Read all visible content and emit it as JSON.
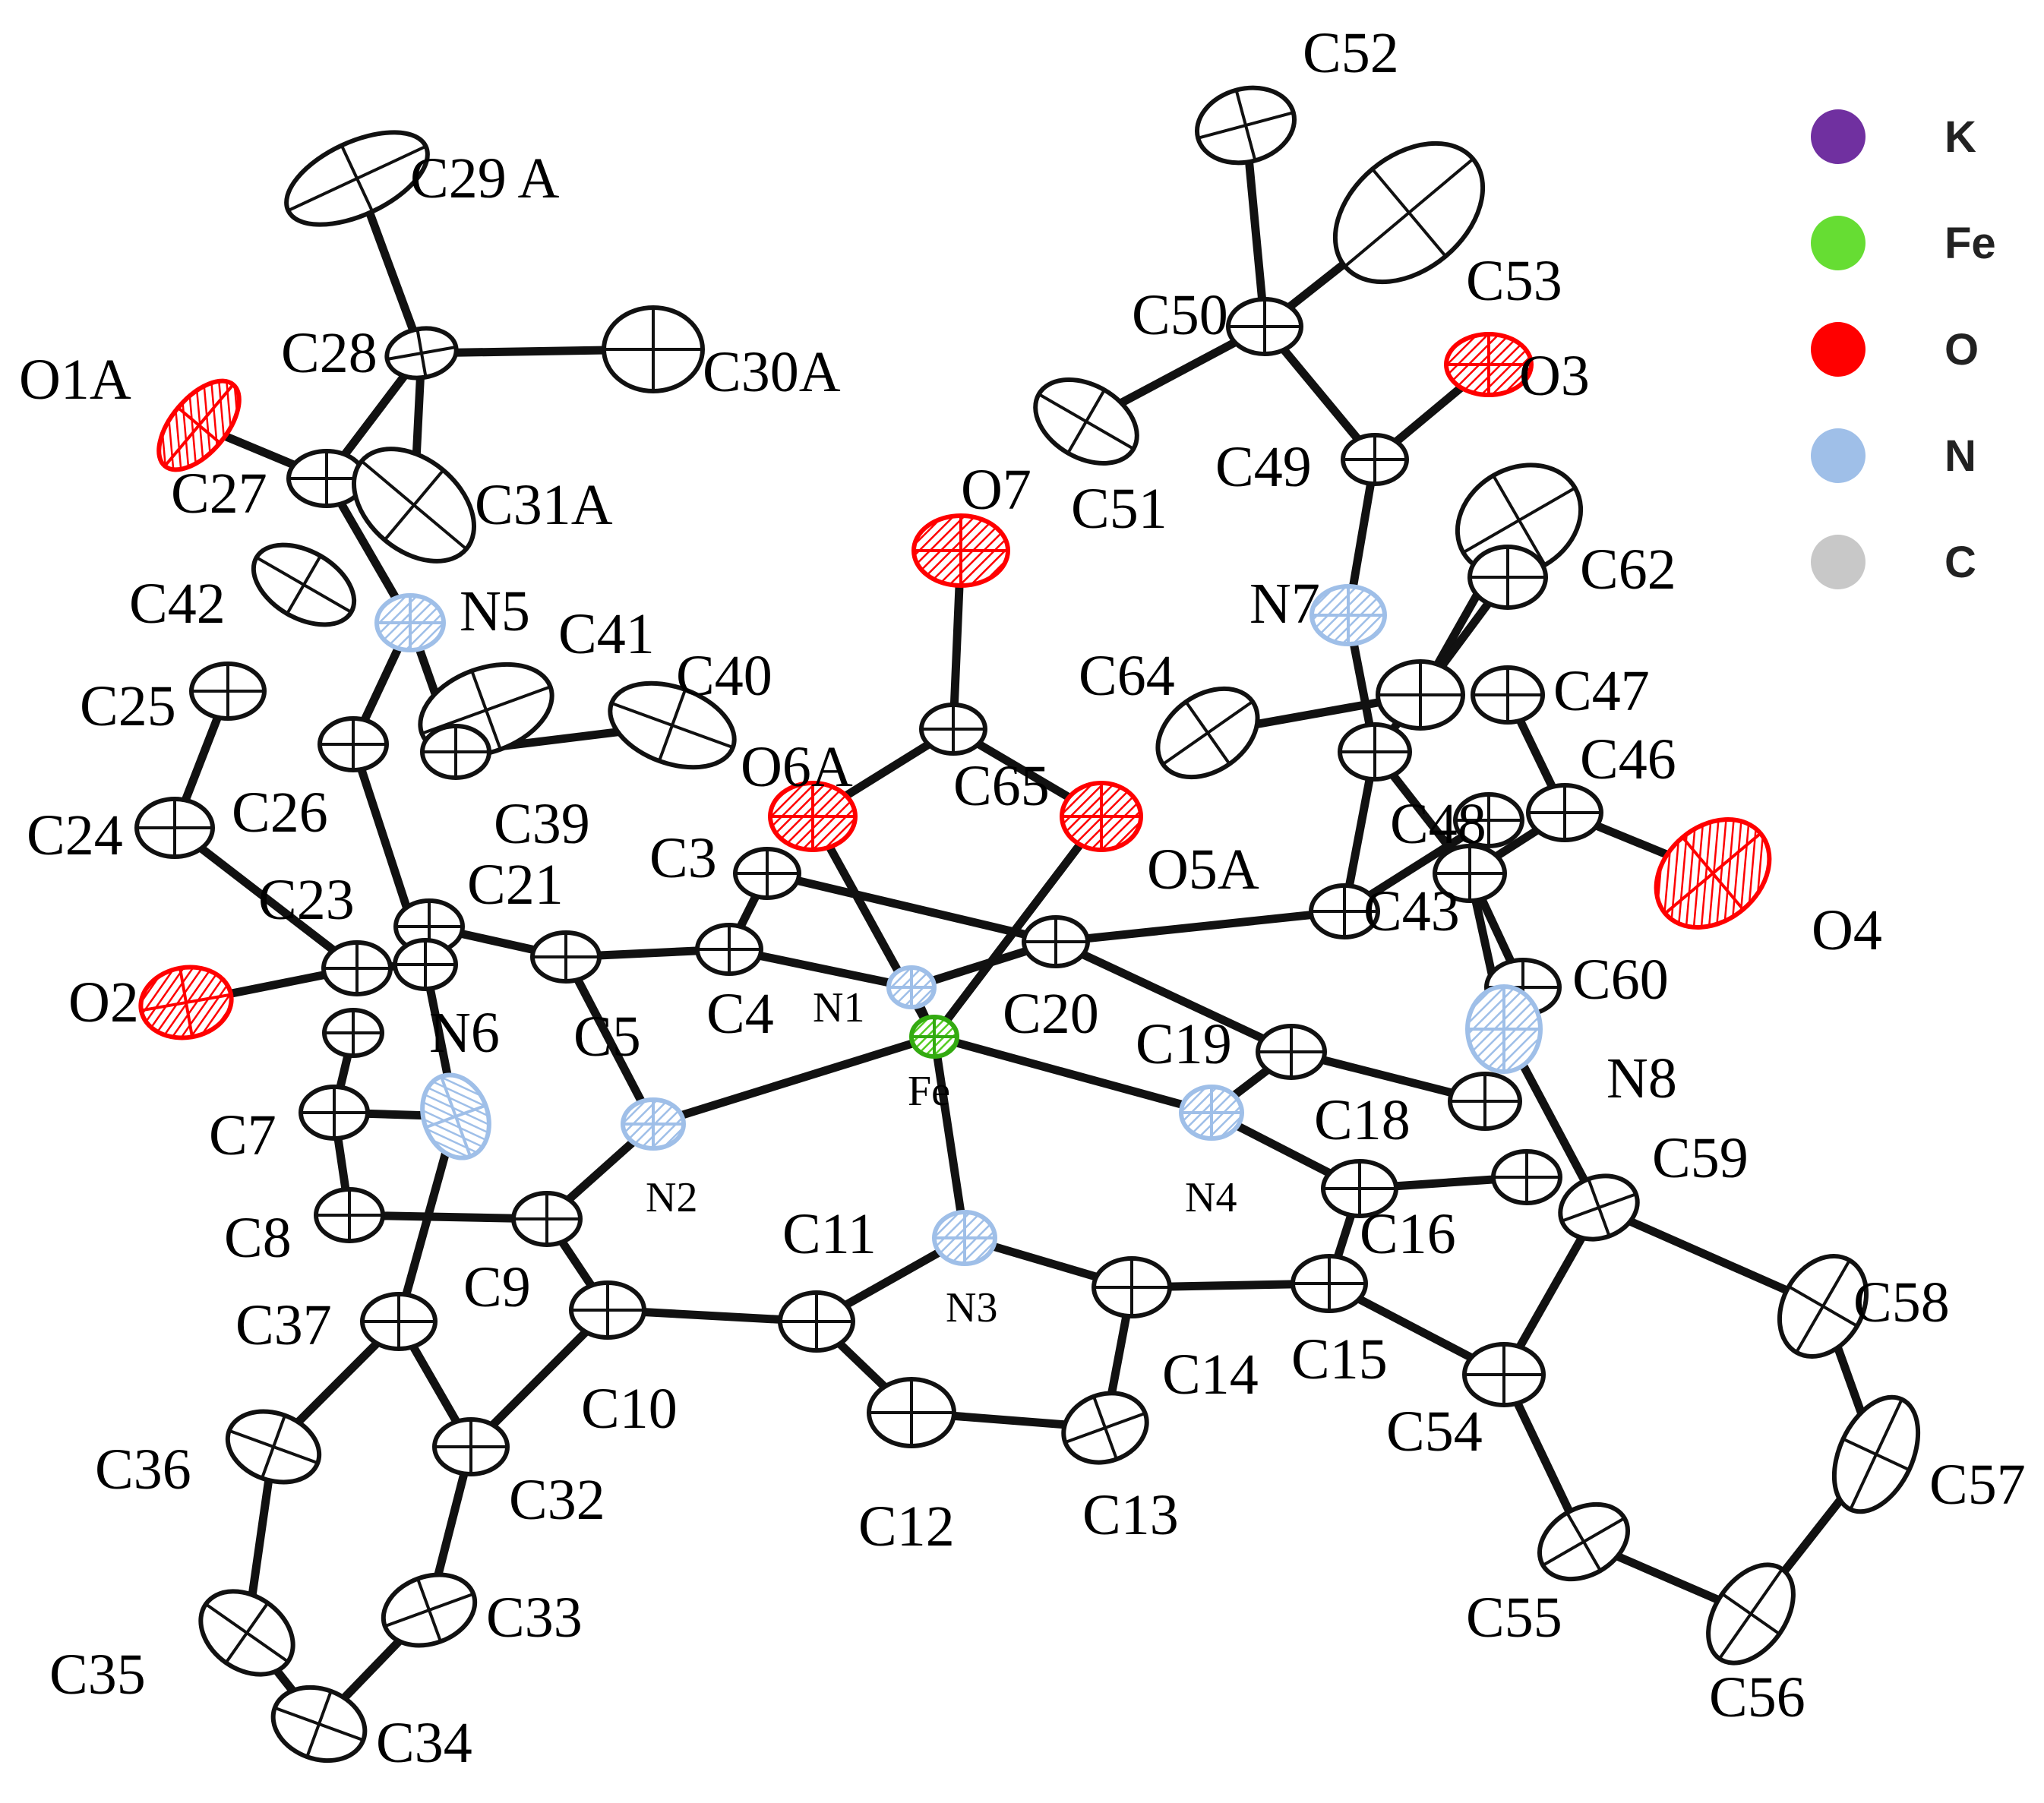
{
  "colors": {
    "background": "#ffffff",
    "bond": "#111111",
    "carbon_fill": "#ffffff",
    "potassium": "#7030a0",
    "iron": "#66dd33",
    "oxygen": "#ff0000",
    "nitrogen": "#9fbfe8",
    "carbon_legend": "#c8c8c8"
  },
  "legend": [
    {
      "symbol": "K",
      "color": "#7030a0"
    },
    {
      "symbol": "Fe",
      "color": "#66dd33"
    },
    {
      "symbol": "O",
      "color": "#ff0000"
    },
    {
      "symbol": "N",
      "color": "#9fbfe8"
    },
    {
      "symbol": "C",
      "color": "#c8c8c8"
    }
  ],
  "atoms": [
    {
      "id": "C52",
      "label": "C52",
      "element": "C"
    },
    {
      "id": "C29A",
      "label": "C29 A",
      "element": "C"
    },
    {
      "id": "C53",
      "label": "C53",
      "element": "C"
    },
    {
      "id": "C50",
      "label": "C50",
      "element": "C"
    },
    {
      "id": "O1A",
      "label": "O1A",
      "element": "O"
    },
    {
      "id": "C28",
      "label": "C28",
      "element": "C"
    },
    {
      "id": "C30A",
      "label": "C30A",
      "element": "C"
    },
    {
      "id": "O3",
      "label": "O3",
      "element": "O"
    },
    {
      "id": "O7",
      "label": "O7",
      "element": "O"
    },
    {
      "id": "C49",
      "label": "C49",
      "element": "C"
    },
    {
      "id": "C27",
      "label": "C27",
      "element": "C"
    },
    {
      "id": "C31A",
      "label": "C31A",
      "element": "C"
    },
    {
      "id": "C51",
      "label": "C51",
      "element": "C"
    },
    {
      "id": "C62",
      "label": "C62",
      "element": "C"
    },
    {
      "id": "C42",
      "label": "C42",
      "element": "C"
    },
    {
      "id": "N5",
      "label": "N5",
      "element": "N"
    },
    {
      "id": "N7",
      "label": "N7",
      "element": "N"
    },
    {
      "id": "C41",
      "label": "C41",
      "element": "C"
    },
    {
      "id": "C40",
      "label": "C40",
      "element": "C"
    },
    {
      "id": "C64",
      "label": "C64",
      "element": "C"
    },
    {
      "id": "C47",
      "label": "C47",
      "element": "C"
    },
    {
      "id": "C25",
      "label": "C25",
      "element": "C"
    },
    {
      "id": "O6A",
      "label": "O6A",
      "element": "O"
    },
    {
      "id": "C65",
      "label": "C65",
      "element": "C"
    },
    {
      "id": "C46",
      "label": "C46",
      "element": "C"
    },
    {
      "id": "C26",
      "label": "C26",
      "element": "C"
    },
    {
      "id": "C39",
      "label": "C39",
      "element": "C"
    },
    {
      "id": "C24",
      "label": "C24",
      "element": "C"
    },
    {
      "id": "C48",
      "label": "C48",
      "element": "C"
    },
    {
      "id": "O4",
      "label": "O4",
      "element": "O"
    },
    {
      "id": "C3",
      "label": "C3",
      "element": "C"
    },
    {
      "id": "O5A",
      "label": "O5A",
      "element": "O"
    },
    {
      "id": "C21",
      "label": "C21",
      "element": "C"
    },
    {
      "id": "C23",
      "label": "C23",
      "element": "C"
    },
    {
      "id": "C43",
      "label": "C43",
      "element": "C"
    },
    {
      "id": "C60",
      "label": "C60",
      "element": "C"
    },
    {
      "id": "O2",
      "label": "O2",
      "element": "O"
    },
    {
      "id": "N1",
      "label": "N1",
      "element": "N"
    },
    {
      "id": "C4",
      "label": "C4",
      "element": "C"
    },
    {
      "id": "C20",
      "label": "C20",
      "element": "C"
    },
    {
      "id": "N6",
      "label": "N6",
      "element": "N"
    },
    {
      "id": "C5",
      "label": "C5",
      "element": "C"
    },
    {
      "id": "C19",
      "label": "C19",
      "element": "C"
    },
    {
      "id": "N8",
      "label": "N8",
      "element": "N"
    },
    {
      "id": "Fe",
      "label": "Fe",
      "element": "Fe"
    },
    {
      "id": "C7",
      "label": "C7",
      "element": "C"
    },
    {
      "id": "C18",
      "label": "C18",
      "element": "C"
    },
    {
      "id": "N2",
      "label": "N2",
      "element": "N"
    },
    {
      "id": "N4",
      "label": "N4",
      "element": "N"
    },
    {
      "id": "C59",
      "label": "C59",
      "element": "C"
    },
    {
      "id": "C8",
      "label": "C8",
      "element": "C"
    },
    {
      "id": "C11",
      "label": "C11",
      "element": "C"
    },
    {
      "id": "C16",
      "label": "C16",
      "element": "C"
    },
    {
      "id": "N3",
      "label": "N3",
      "element": "N"
    },
    {
      "id": "C9",
      "label": "C9",
      "element": "C"
    },
    {
      "id": "C58",
      "label": "C58",
      "element": "C"
    },
    {
      "id": "C37",
      "label": "C37",
      "element": "C"
    },
    {
      "id": "C15",
      "label": "C15",
      "element": "C"
    },
    {
      "id": "C14",
      "label": "C14",
      "element": "C"
    },
    {
      "id": "C10",
      "label": "C10",
      "element": "C"
    },
    {
      "id": "C54",
      "label": "C54",
      "element": "C"
    },
    {
      "id": "C36",
      "label": "C36",
      "element": "C"
    },
    {
      "id": "C57",
      "label": "C57",
      "element": "C"
    },
    {
      "id": "C32",
      "label": "C32",
      "element": "C"
    },
    {
      "id": "C13",
      "label": "C13",
      "element": "C"
    },
    {
      "id": "C12",
      "label": "C12",
      "element": "C"
    },
    {
      "id": "C33",
      "label": "C33",
      "element": "C"
    },
    {
      "id": "C55",
      "label": "C55",
      "element": "C"
    },
    {
      "id": "C35",
      "label": "C35",
      "element": "C"
    },
    {
      "id": "C56",
      "label": "C56",
      "element": "C"
    },
    {
      "id": "C34",
      "label": "C34",
      "element": "C"
    },
    {
      "id": "C6",
      "element": "C"
    },
    {
      "id": "C22",
      "element": "C"
    },
    {
      "id": "C17",
      "element": "C"
    },
    {
      "id": "C61",
      "element": "C"
    },
    {
      "id": "C63",
      "element": "C"
    }
  ],
  "bonds": [
    [
      "Fe",
      "N1"
    ],
    [
      "Fe",
      "N2"
    ],
    [
      "Fe",
      "N3"
    ],
    [
      "Fe",
      "N4"
    ],
    [
      "Fe",
      "O6A"
    ],
    [
      "Fe",
      "O5A"
    ],
    [
      "O6A",
      "C65"
    ],
    [
      "O5A",
      "C65"
    ],
    [
      "C65",
      "O7"
    ],
    [
      "N1",
      "C4"
    ],
    [
      "C4",
      "C3"
    ],
    [
      "C3",
      "C20"
    ],
    [
      "C20",
      "N1"
    ],
    [
      "C4",
      "C5"
    ],
    [
      "C5",
      "N2"
    ],
    [
      "N2",
      "C9"
    ],
    [
      "C9",
      "C8"
    ],
    [
      "C9",
      "C10"
    ],
    [
      "C10",
      "C11"
    ],
    [
      "C11",
      "N3"
    ],
    [
      "C11",
      "C12"
    ],
    [
      "C12",
      "C13"
    ],
    [
      "C13",
      "C14"
    ],
    [
      "C14",
      "N3"
    ],
    [
      "C14",
      "C15"
    ],
    [
      "C15",
      "C16"
    ],
    [
      "C16",
      "N4"
    ],
    [
      "C16",
      "C17"
    ],
    [
      "N4",
      "C19"
    ],
    [
      "C19",
      "C20"
    ],
    [
      "C19",
      "C18"
    ],
    [
      "C5",
      "C21"
    ],
    [
      "C21",
      "C22"
    ],
    [
      "C22",
      "C23"
    ],
    [
      "C23",
      "O2"
    ],
    [
      "C23",
      "C24"
    ],
    [
      "C24",
      "C25"
    ],
    [
      "C22",
      "C26"
    ],
    [
      "C22",
      "N6"
    ],
    [
      "N6",
      "C37"
    ],
    [
      "N6",
      "C7"
    ],
    [
      "C7",
      "C6"
    ],
    [
      "C7",
      "C8"
    ],
    [
      "C37",
      "C32"
    ],
    [
      "C37",
      "C36"
    ],
    [
      "C36",
      "C35"
    ],
    [
      "C35",
      "C34"
    ],
    [
      "C34",
      "C33"
    ],
    [
      "C33",
      "C32"
    ],
    [
      "C32",
      "C10"
    ],
    [
      "C26",
      "N5"
    ],
    [
      "N5",
      "C39"
    ],
    [
      "C39",
      "C40"
    ],
    [
      "C39",
      "C41"
    ],
    [
      "N5",
      "C27"
    ],
    [
      "C27",
      "O1A"
    ],
    [
      "C27",
      "C28"
    ],
    [
      "C28",
      "C29A"
    ],
    [
      "C28",
      "C30A"
    ],
    [
      "C28",
      "C31A"
    ],
    [
      "C20",
      "C43"
    ],
    [
      "C43",
      "C44"
    ],
    [
      "C43",
      "C48"
    ],
    [
      "C44",
      "C45"
    ],
    [
      "C45",
      "C60"
    ],
    [
      "C46",
      "O4"
    ],
    [
      "C46",
      "C47"
    ],
    [
      "C46",
      "C45"
    ],
    [
      "C45",
      "N8"
    ],
    [
      "C44",
      "N7"
    ],
    [
      "C44",
      "C61"
    ],
    [
      "C61",
      "C62"
    ],
    [
      "C61",
      "C63"
    ],
    [
      "C61",
      "C64"
    ],
    [
      "N7",
      "C49"
    ],
    [
      "C49",
      "O3"
    ],
    [
      "C49",
      "C50"
    ],
    [
      "C50",
      "C51"
    ],
    [
      "C50",
      "C52"
    ],
    [
      "C50",
      "C53"
    ],
    [
      "N8",
      "C59"
    ],
    [
      "C59",
      "C58"
    ],
    [
      "C58",
      "C57"
    ],
    [
      "C57",
      "C56"
    ],
    [
      "C56",
      "C55"
    ],
    [
      "C55",
      "C54"
    ],
    [
      "C54",
      "C59"
    ],
    [
      "C54",
      "C15"
    ]
  ]
}
